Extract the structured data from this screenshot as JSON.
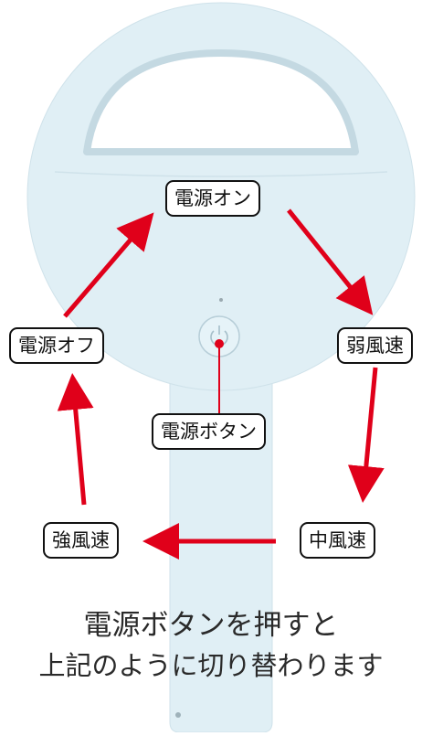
{
  "labels": {
    "power_on": "電源オン",
    "weak_wind": "弱風速",
    "power_button": "電源ボタン",
    "power_off": "電源オフ",
    "strong_wind": "強風速",
    "medium_wind": "中風速"
  },
  "caption": {
    "line1": "電源ボタンを押すと",
    "line2": "上記のように切り替わります"
  },
  "colors": {
    "device": "#e0eff5",
    "device_edge": "#c7dde6",
    "arrow": "#e0001a",
    "label_border": "#111111"
  }
}
